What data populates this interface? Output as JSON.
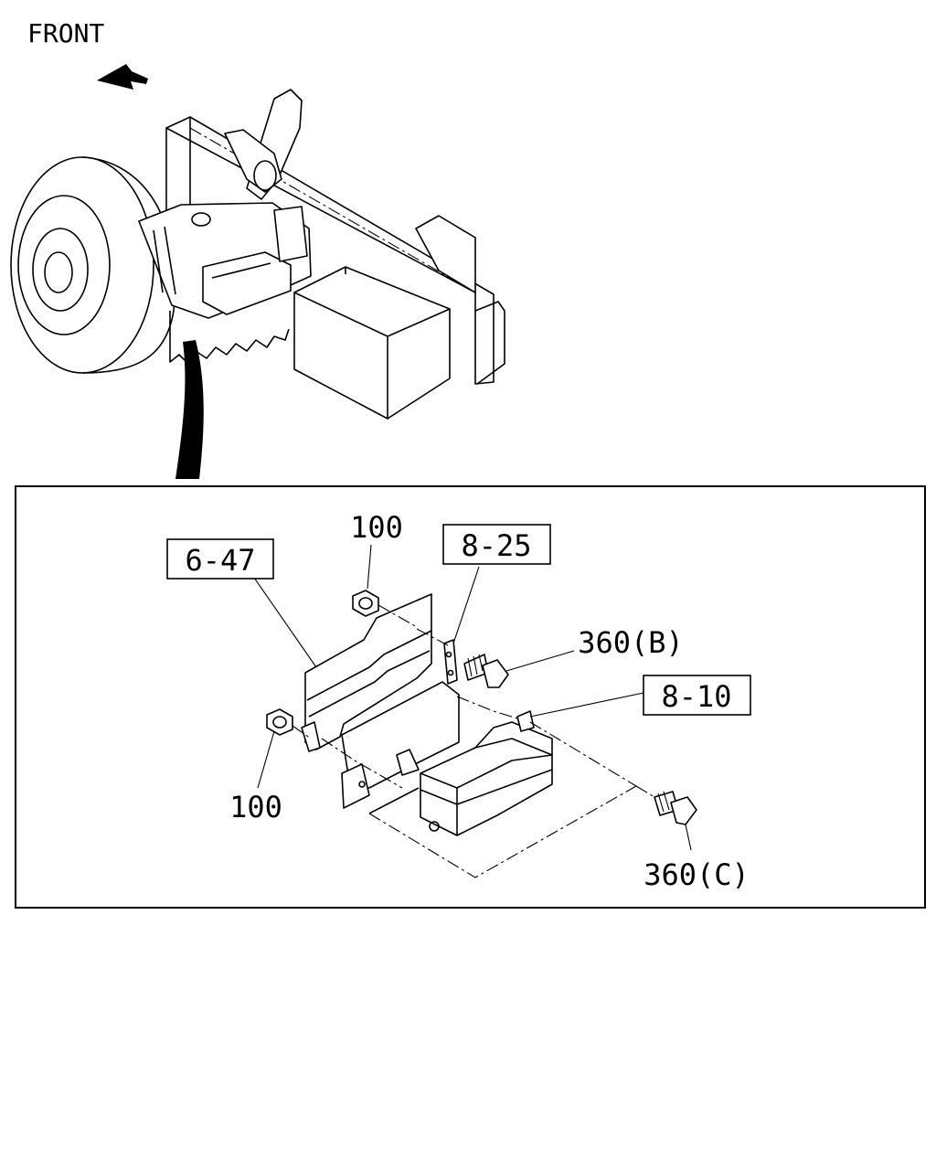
{
  "front_label": "FRONT",
  "icons": {
    "front_arrow": "front-arrow-icon",
    "leader_arrow": "leader-arrow-icon"
  },
  "callouts": {
    "boxed": [
      {
        "id": "bracket_ref",
        "text": "6-47"
      },
      {
        "id": "harness_ref",
        "text": "8-25"
      },
      {
        "id": "relay_ref",
        "text": "8-10"
      }
    ],
    "plain": [
      {
        "id": "nut_top",
        "text": "100"
      },
      {
        "id": "nut_left",
        "text": "100"
      },
      {
        "id": "bolt_b",
        "text": "360(B)"
      },
      {
        "id": "bolt_c",
        "text": "360(C)"
      }
    ]
  }
}
